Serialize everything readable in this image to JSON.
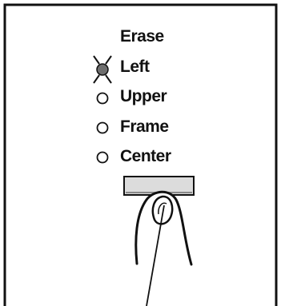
{
  "panel": {
    "heading": "Erase",
    "options": [
      {
        "label": "Left",
        "selected": true
      },
      {
        "label": "Upper",
        "selected": false
      },
      {
        "label": "Frame",
        "selected": false
      },
      {
        "label": "Center",
        "selected": false
      }
    ]
  },
  "colors": {
    "line": "#111111",
    "background": "#ffffff",
    "lit_led": "#6e6e6e",
    "button_fill": "#dcdcdc"
  }
}
